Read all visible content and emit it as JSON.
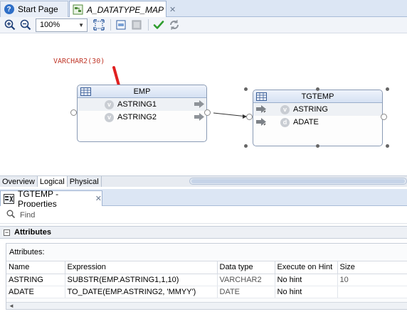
{
  "editor_tabs": [
    {
      "label": "Start Page"
    },
    {
      "label": "A_DATATYPE_MAP"
    }
  ],
  "toolbar": {
    "zoom_value": "100%"
  },
  "canvas": {
    "annotation": "VARCHAR2(30)",
    "source": {
      "title": "EMP",
      "attributes": [
        {
          "badge": "v",
          "name": "ASTRING1"
        },
        {
          "badge": "v",
          "name": "ASTRING2"
        }
      ]
    },
    "target": {
      "title": "TGTEMP",
      "attributes": [
        {
          "badge": "v",
          "name": "ASTRING"
        },
        {
          "badge": "d",
          "name": "ADATE"
        }
      ]
    }
  },
  "view_tabs": [
    {
      "label": "Overview"
    },
    {
      "label": "Logical"
    },
    {
      "label": "Physical"
    }
  ],
  "properties": {
    "tab_label": "TGTEMP - Properties",
    "find_placeholder": "Find",
    "section_label": "Attributes",
    "panel_caption": "Attributes:",
    "columns": [
      "Name",
      "Expression",
      "Data type",
      "Execute on Hint",
      "Size"
    ],
    "rows": [
      [
        "ASTRING",
        "SUBSTR(EMP.ASTRING1,1,10)",
        "VARCHAR2",
        "No hint",
        "10"
      ],
      [
        "ADATE",
        "TO_DATE(EMP.ASTRING2, 'MMYY')",
        "DATE",
        "No hint",
        ""
      ]
    ]
  },
  "colors": {
    "annotation": "#c0392b",
    "accept_check": "#2e9d2e",
    "help_blue": "#2f6fc7"
  }
}
